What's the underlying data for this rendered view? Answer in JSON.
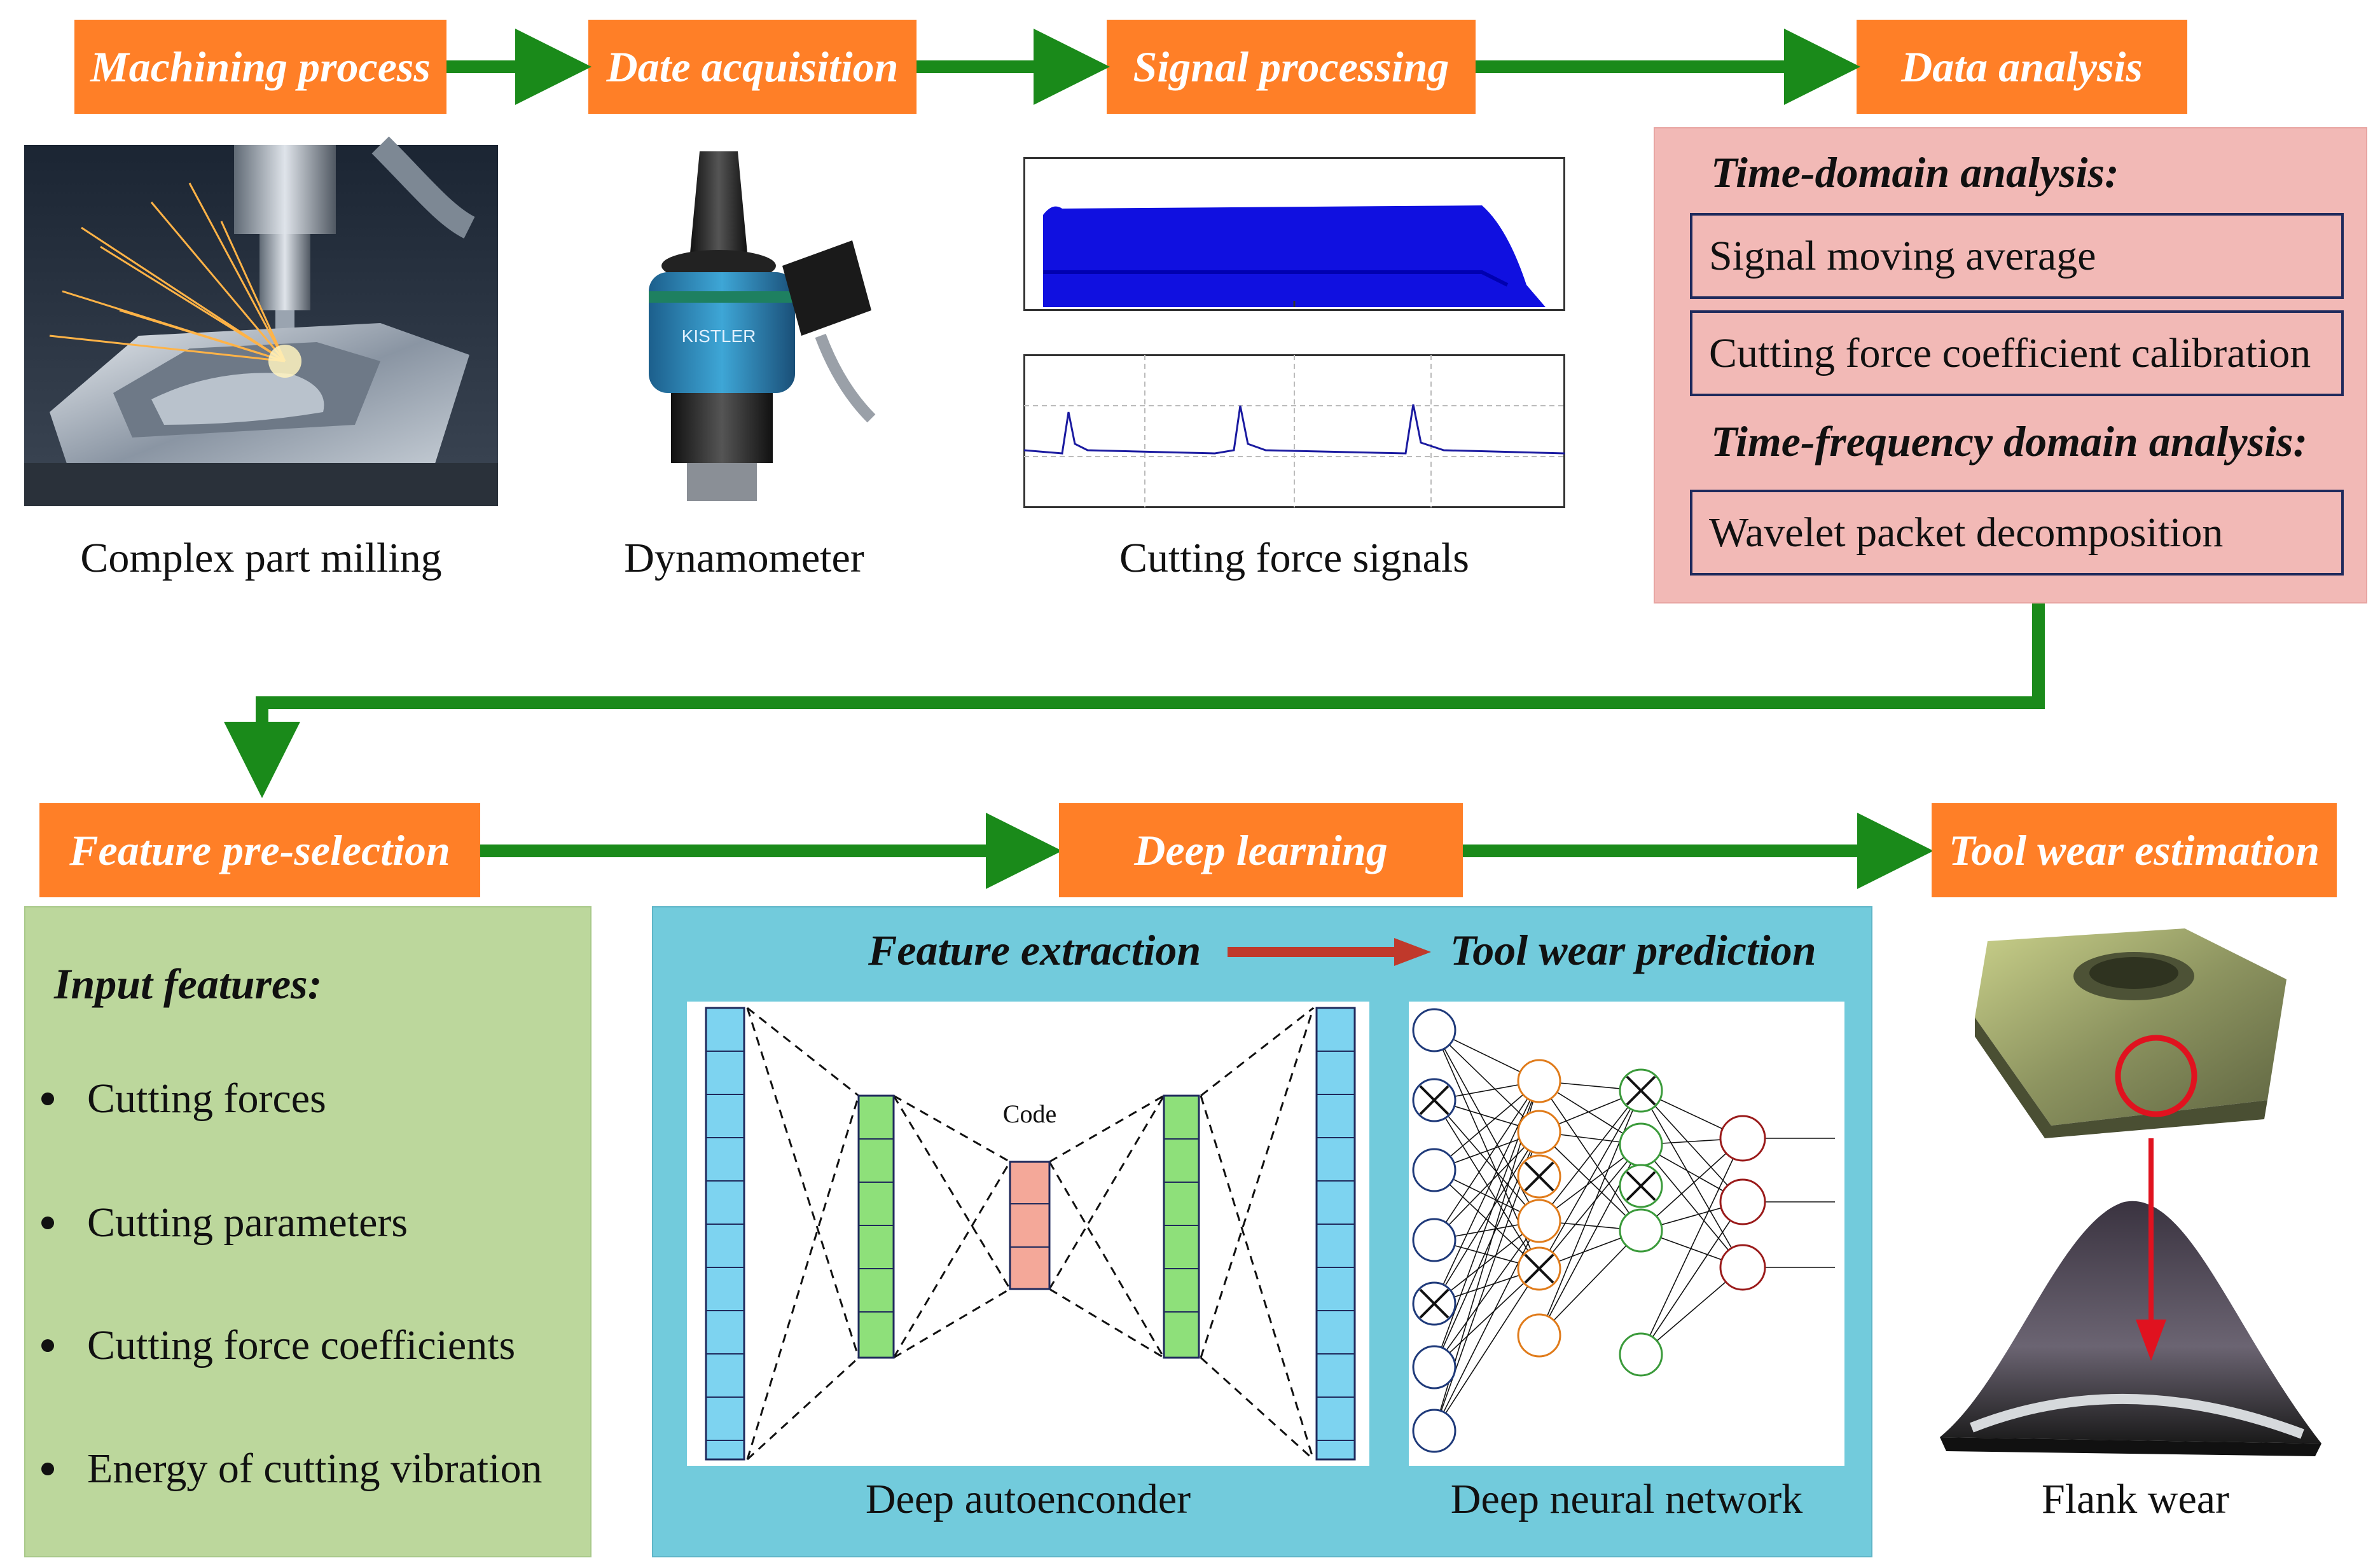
{
  "stages": {
    "machining": "Machining process",
    "acquisition": "Date acquisition",
    "signal": "Signal processing",
    "analysis": "Data analysis",
    "preselection": "Feature pre-selection",
    "deep_learning": "Deep learning",
    "estimation": "Tool wear estimation"
  },
  "captions": {
    "milling": "Complex part milling",
    "dynamometer": "Dynamometer",
    "signals": "Cutting force signals",
    "autoencoder": "Deep autoenconder",
    "dnn": "Deep neural network",
    "flank": "Flank wear"
  },
  "dynamometer_brand": "KISTLER",
  "analysis_panel": {
    "time_domain": "Time-domain analysis",
    "items_time": [
      "Signal moving average",
      "Cutting force coefficient calibration"
    ],
    "time_freq": "Time-frequency domain analysis",
    "items_tf": [
      "Wavelet packet decomposition"
    ]
  },
  "features_panel": {
    "title": "Input features",
    "items": [
      "Cutting forces",
      "Cutting parameters",
      "Cutting force coefficients",
      "Energy of cutting vibration"
    ]
  },
  "deep_panel": {
    "extraction": "Feature extraction",
    "prediction": "Tool wear prediction",
    "code_label": "Code"
  },
  "colors": {
    "stage": "#ff7f27",
    "arrow": "#1a8a1a",
    "analysis_bg": "#f2b9b6",
    "features_bg": "#bcd79c",
    "deep_bg": "#72cbdc",
    "box_border": "#1f2a5c"
  }
}
